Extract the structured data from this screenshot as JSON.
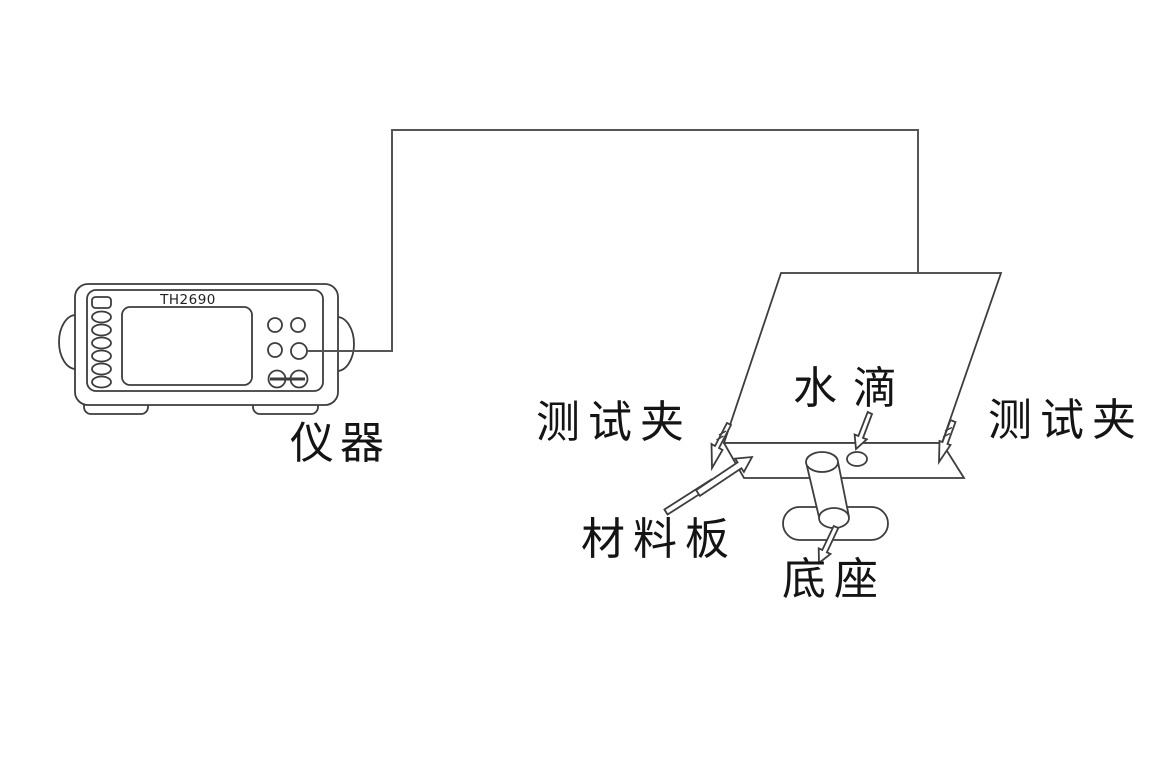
{
  "diagram": {
    "device_model": "TH2690",
    "labels": {
      "instrument": "仪器",
      "test_clip_left": "测试夹",
      "test_clip_right": "测试夹",
      "water_drop": "水滴",
      "material_board": "材料板",
      "base": "底座"
    },
    "colors": {
      "line": "#3d3d3d",
      "wire": "#555555",
      "text": "#141414",
      "background": "#ffffff"
    }
  }
}
